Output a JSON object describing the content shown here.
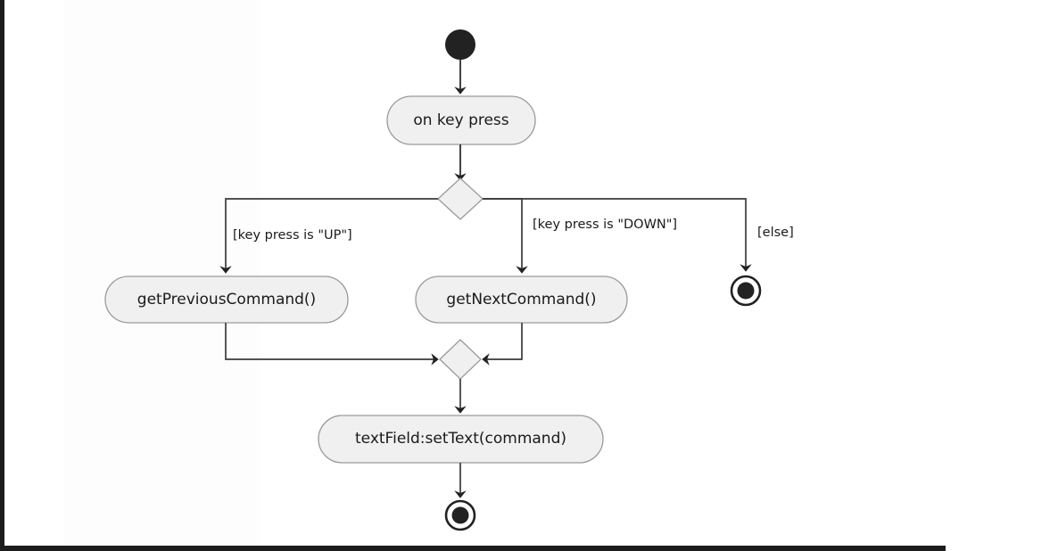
{
  "diagram": {
    "type": "uml-activity-diagram",
    "colors": {
      "node_fill": "#F0F0F0",
      "node_stroke": "#9A9A9A",
      "edge_stroke": "#3A3A3A",
      "terminal_fill": "#222222",
      "text": "#1A1A1A",
      "background": "#FFFFFF",
      "panel": "#FDFDFD",
      "chrome": "#1C1C1C"
    },
    "nodes": {
      "start": {
        "kind": "initial-node"
      },
      "on_key_press": {
        "kind": "action",
        "label": "on key press"
      },
      "decision": {
        "kind": "decision-node"
      },
      "get_previous_command": {
        "kind": "action",
        "label": "getPreviousCommand()"
      },
      "get_next_command": {
        "kind": "action",
        "label": "getNextCommand()"
      },
      "merge": {
        "kind": "merge-node"
      },
      "set_text": {
        "kind": "action",
        "label": "textField:setText(command)"
      },
      "final_else": {
        "kind": "final-node"
      },
      "final_main": {
        "kind": "final-node"
      }
    },
    "guards": {
      "up": "[key press is \"UP\"]",
      "down": "[key press is \"DOWN\"]",
      "else": "[else]"
    }
  }
}
